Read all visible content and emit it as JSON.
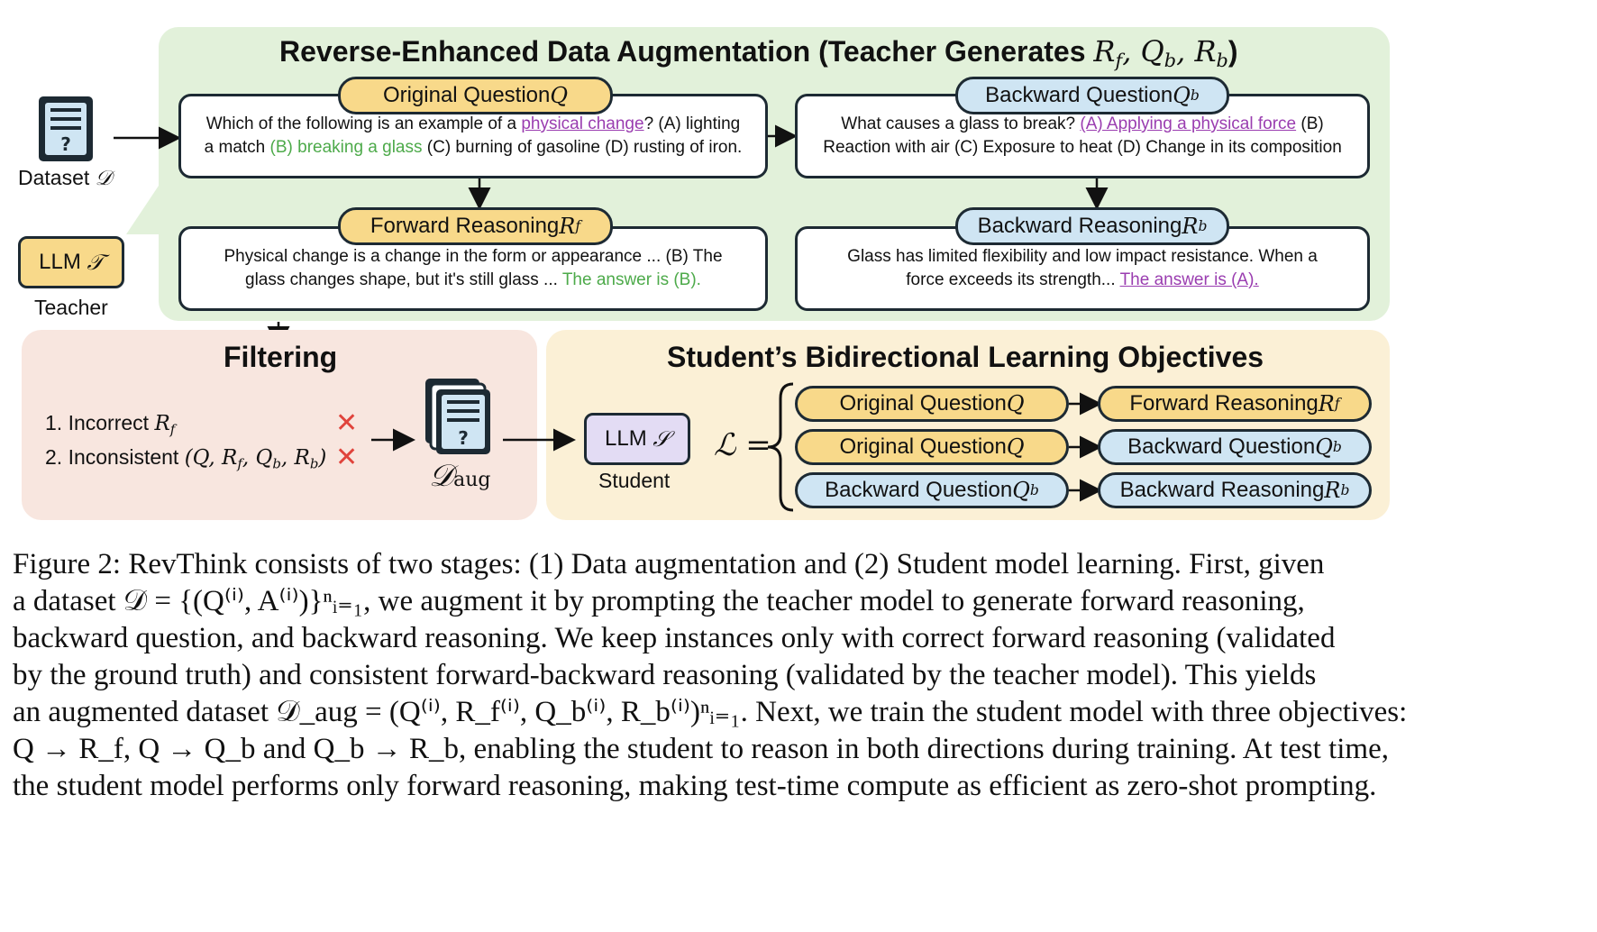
{
  "stage1": {
    "title": "Reverse-Enhanced Data Augmentation (Teacher Generates ",
    "title_math": "R_f, Q_b, R_b",
    "title_end": ")"
  },
  "dataset": {
    "label": "Dataset ",
    "symbol": "𝒟"
  },
  "teacher": {
    "box_label": "LLM ",
    "box_symbol": "𝒯",
    "label": "Teacher"
  },
  "original_question": {
    "pill_label": "Original Question ",
    "pill_symbol": "Q",
    "text_before": "Which of the following is an example of a ",
    "highlight": "physical change",
    "text_mid": "? (A) lighting a match ",
    "answer": "(B) breaking a glass",
    "text_after": " (C) burning of gasoline (D) rusting of iron."
  },
  "backward_question": {
    "pill_label": "Backward Question ",
    "pill_symbol": "Q",
    "pill_sub": "b",
    "text_before": "What causes a glass to break? ",
    "highlight": "(A) Applying a physical force",
    "text_after": " (B) Reaction with air (C) Exposure to heat (D) Change in its composition"
  },
  "forward_reasoning": {
    "pill_label": "Forward Reasoning ",
    "pill_symbol": "R",
    "pill_sub": "f",
    "text": "Physical change is a change in the form or appearance ... (B) The glass changes shape, but it's still glass ... ",
    "answer": "The answer is (B)."
  },
  "backward_reasoning": {
    "pill_label": "Backward Reasoning ",
    "pill_symbol": "R",
    "pill_sub": "b",
    "text": "Glass has limited flexibility and low impact resistance. When a force exceeds its strength... ",
    "answer": "The answer is (A)."
  },
  "filtering": {
    "title": "Filtering",
    "item1": "1. Incorrect ",
    "item1_math": "R",
    "item1_sub": "f",
    "item2": "2. Inconsistent ",
    "item2_math": "(Q, R_f, Q_b, R_b)",
    "mark": "✕",
    "aug_symbol": "𝒟",
    "aug_sub": "aug"
  },
  "student": {
    "title": "Student’s Bidirectional Learning Objectives",
    "box_label": "LLM ",
    "box_symbol": "𝒮",
    "label": "Student",
    "loss": "ℒ =",
    "objectives": [
      {
        "from": "Original Question ",
        "from_sym": "Q",
        "from_sub": "",
        "to": "Forward Reasoning ",
        "to_sym": "R",
        "to_sub": "f"
      },
      {
        "from": "Original Question ",
        "from_sym": "Q",
        "from_sub": "",
        "to": "Backward Question ",
        "to_sym": "Q",
        "to_sub": "b"
      },
      {
        "from": "Backward Question ",
        "from_sym": "Q",
        "from_sub": "b",
        "to": "Backward Reasoning ",
        "to_sym": "R",
        "to_sub": "b"
      }
    ]
  },
  "caption": {
    "lines": [
      "Figure 2: RevThink consists of two stages: (1) Data augmentation and (2) Student model learning. First, given",
      "a dataset 𝒟 = {(Q⁽ⁱ⁾, A⁽ⁱ⁾)}ⁿᵢ₌₁, we augment it by prompting the teacher model to generate forward reasoning,",
      "backward question, and backward reasoning. We keep instances only with correct forward reasoning (validated",
      "by the ground truth) and consistent forward-backward reasoning (validated by the teacher model). This yields",
      "an augmented dataset 𝒟_aug = (Q⁽ⁱ⁾, R_f⁽ⁱ⁾, Q_b⁽ⁱ⁾, R_b⁽ⁱ⁾)ⁿᵢ₌₁. Next, we train the student model with three objectives:",
      "Q → R_f, Q → Q_b and Q_b → R_b, enabling the student to reason in both directions during training. At test time,",
      "the student model performs only forward reasoning, making test-time compute as efficient as zero-shot prompting."
    ]
  },
  "colors": {
    "green_panel": "#e2f1da",
    "pink_panel": "#f8e6df",
    "cream_panel": "#fbf0d6",
    "yellow": "#f8d98a",
    "blue": "#cfe5f3",
    "answer_green": "#4daa4a",
    "highlight_purple": "#9a3db0",
    "cross_red": "#e0443c"
  },
  "icons": [
    "document-question-icon",
    "document-stack-icon"
  ]
}
